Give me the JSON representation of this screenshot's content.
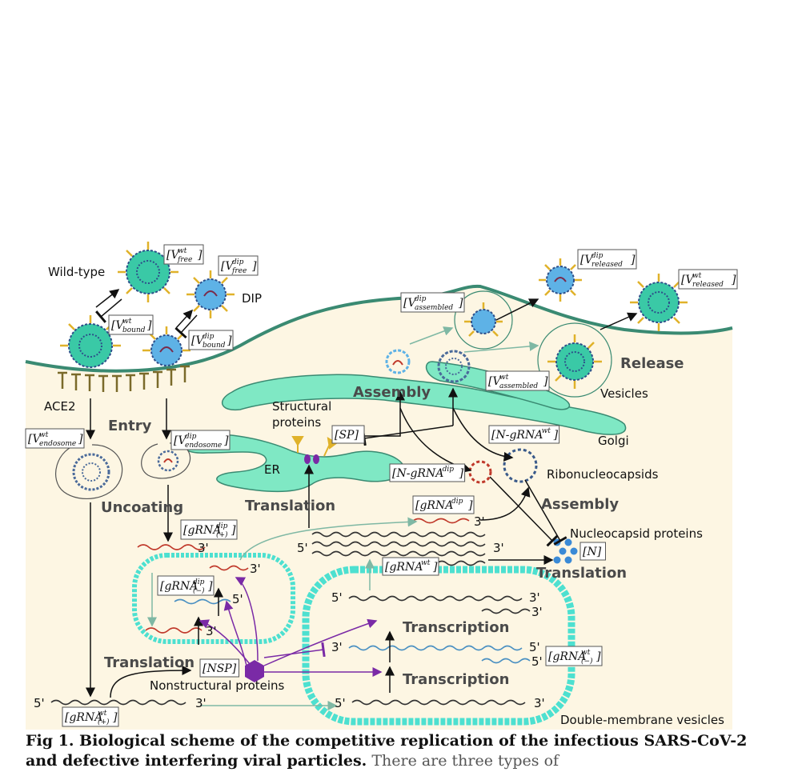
{
  "labels": {
    "wild_type": "Wild-type",
    "dip": "DIP",
    "ace2": "ACE2",
    "entry": "Entry",
    "uncoating": "Uncoating",
    "structural_proteins": "Structural\nproteins",
    "er": "ER",
    "translation_er": "Translation",
    "assembly_top": "Assembly",
    "release": "Release",
    "vesicles": "Vesicles",
    "golgi": "Golgi",
    "ribonucleocapsids": "Ribonucleocapsids",
    "assembly_mid": "Assembly",
    "nucleocapsid_proteins": "Nucleocapsid proteins",
    "translation_n": "Translation",
    "translation_nsp": "Translation",
    "nonstructural_proteins": "Nonstructural proteins",
    "transcription_1": "Transcription",
    "transcription_2": "Transcription",
    "double_membrane": "Double-membrane vesicles"
  },
  "ends": {
    "five_prime": "5'",
    "three_prime": "3'"
  },
  "variables": {
    "v_free_wt": [
      "V",
      "free",
      "wt"
    ],
    "v_free_dip": [
      "V",
      "free",
      "dip"
    ],
    "v_bound_wt": [
      "V",
      "bound",
      "wt"
    ],
    "v_bound_dip": [
      "V",
      "bound",
      "dip"
    ],
    "v_endosome_wt": [
      "V",
      "endosome",
      "wt"
    ],
    "v_endosome_dip": [
      "V",
      "endosome",
      "dip"
    ],
    "v_assembled_dip": [
      "V",
      "assembled",
      "dip"
    ],
    "v_assembled_wt": [
      "V",
      "assembled",
      "wt"
    ],
    "v_released_dip": [
      "V",
      "released",
      "dip"
    ],
    "v_released_wt": [
      "V",
      "released",
      "wt"
    ],
    "sp": "[SP]",
    "n_grna_dip": "[N-gRNA",
    "n_grna_dip_sup": "dip",
    "n_grna_wt": "[N-gRNA",
    "n_grna_wt_sup": "wt",
    "n": "[N]",
    "nsp": "[NSP]",
    "grna_dip": "[gRNA",
    "grna_dip_sup": "dip",
    "grna_wt": "[gRNA",
    "grna_wt_sup": "wt",
    "grna_plus_dip": [
      "gRNA",
      "(+)",
      "dip"
    ],
    "grna_minus_dip": [
      "gRNA",
      "(−)",
      "dip"
    ],
    "grna_minus_wt": [
      "gRNA",
      "(−)",
      "wt"
    ],
    "grna_plus_wt": [
      "gRNA",
      "(+)",
      "wt"
    ]
  },
  "caption": {
    "lead": "Fig 1. Biological scheme of the competitive replication of the infectious SARS-CoV-2 and defective interfering viral particles.",
    "body": "There are three types of"
  },
  "colors": {
    "cytoplasm": "#fdf6e3",
    "membrane": "#3a8a72",
    "organelle": "#7fe8c4",
    "wt_capsid": "#3ac9a6",
    "dip_capsid": "#5eb2e6",
    "spike": "#e0b22a",
    "nsp": "#7a2aa6",
    "rna_red": "#c0392b",
    "rna_blue": "#4a90c2",
    "dmv": "#4de0d0"
  }
}
